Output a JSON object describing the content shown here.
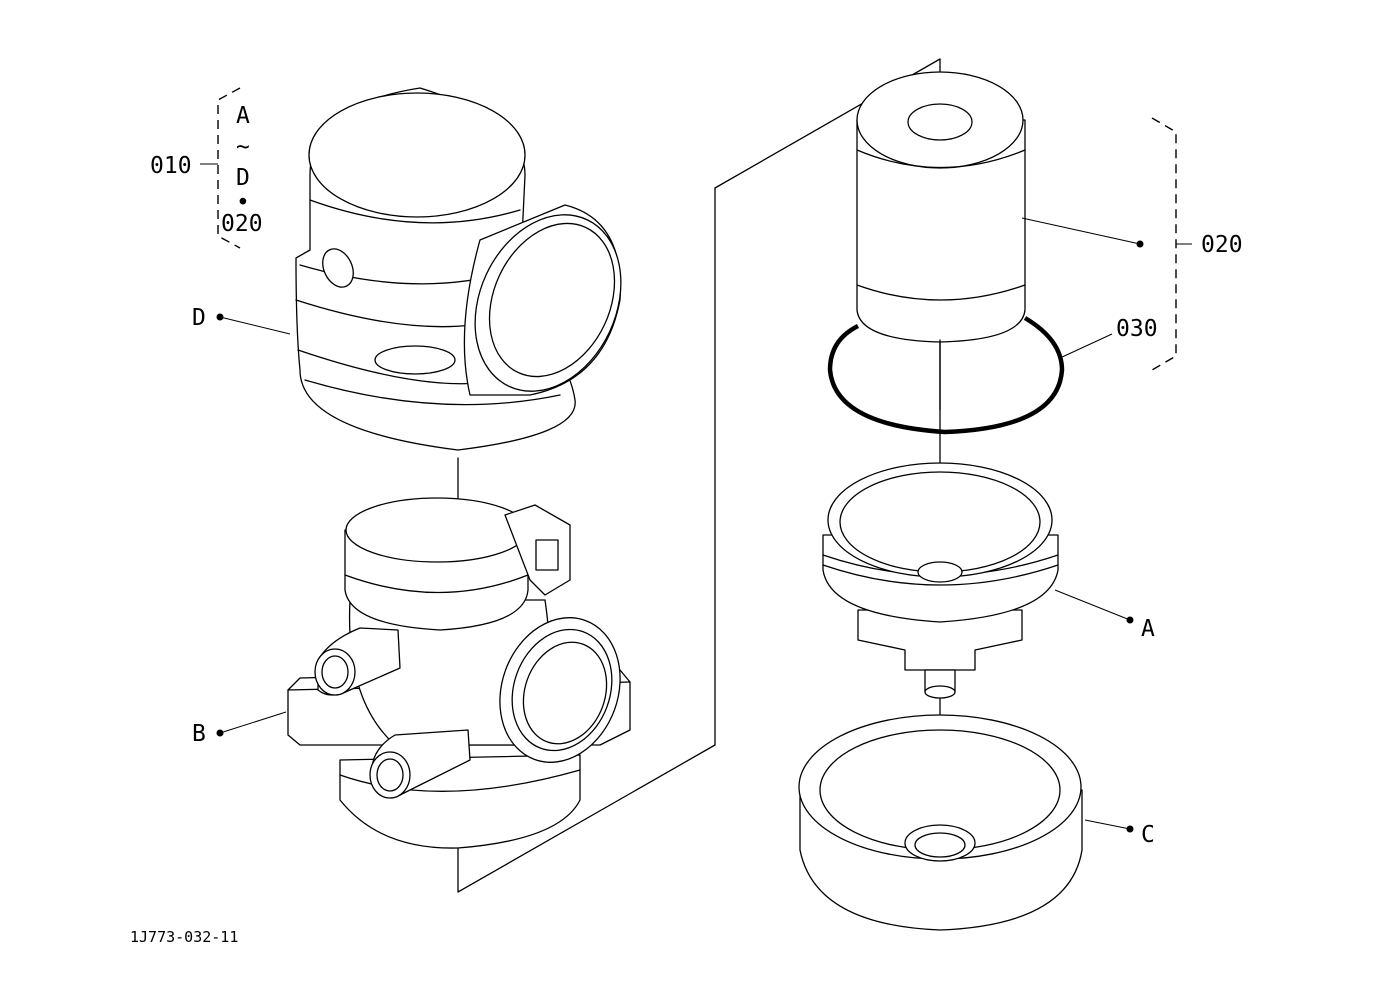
{
  "callouts": {
    "part_010": "010",
    "range_start": "A",
    "range_tilde": "~",
    "range_end": "D",
    "range_dot": "•",
    "range_part": "020",
    "part_020": "020",
    "part_030": "030",
    "label_a": "A",
    "label_b": "B",
    "label_c": "C",
    "label_d": "D"
  },
  "drawing_number": "1J773-032-11"
}
